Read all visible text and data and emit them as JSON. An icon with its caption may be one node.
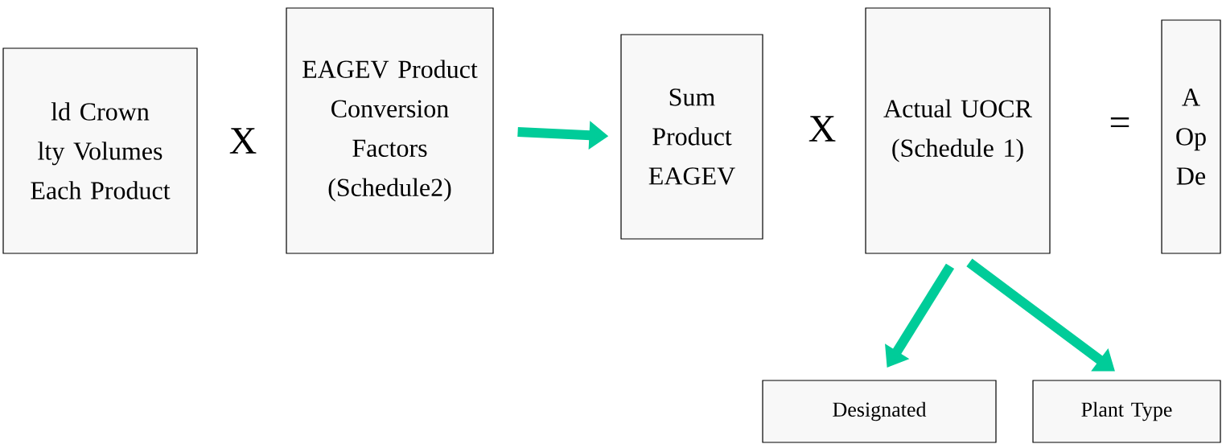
{
  "diagram": {
    "nodes": [
      {
        "text": [
          "ld Crown",
          "lty Volumes",
          "Each Product"
        ]
      },
      {
        "text": [
          "EAGEV Product Conversion Factors (Schedule2)"
        ]
      },
      {
        "text": [
          "Sum Product EAGEV"
        ]
      },
      {
        "text": [
          "Actual UOCR (Schedule 1)"
        ]
      },
      {
        "text": [
          "A Op De"
        ]
      },
      {
        "text": [
          "Designated"
        ]
      },
      {
        "text": [
          "Plant Type"
        ]
      }
    ],
    "edges": [
      {
        "from": 1,
        "to": 2,
        "arrow": "to"
      },
      {
        "from": 3,
        "to": 5,
        "arrow": "to"
      },
      {
        "from": 3,
        "to": 6,
        "arrow": "to"
      }
    ],
    "labels": [
      "X",
      "X",
      "="
    ]
  }
}
